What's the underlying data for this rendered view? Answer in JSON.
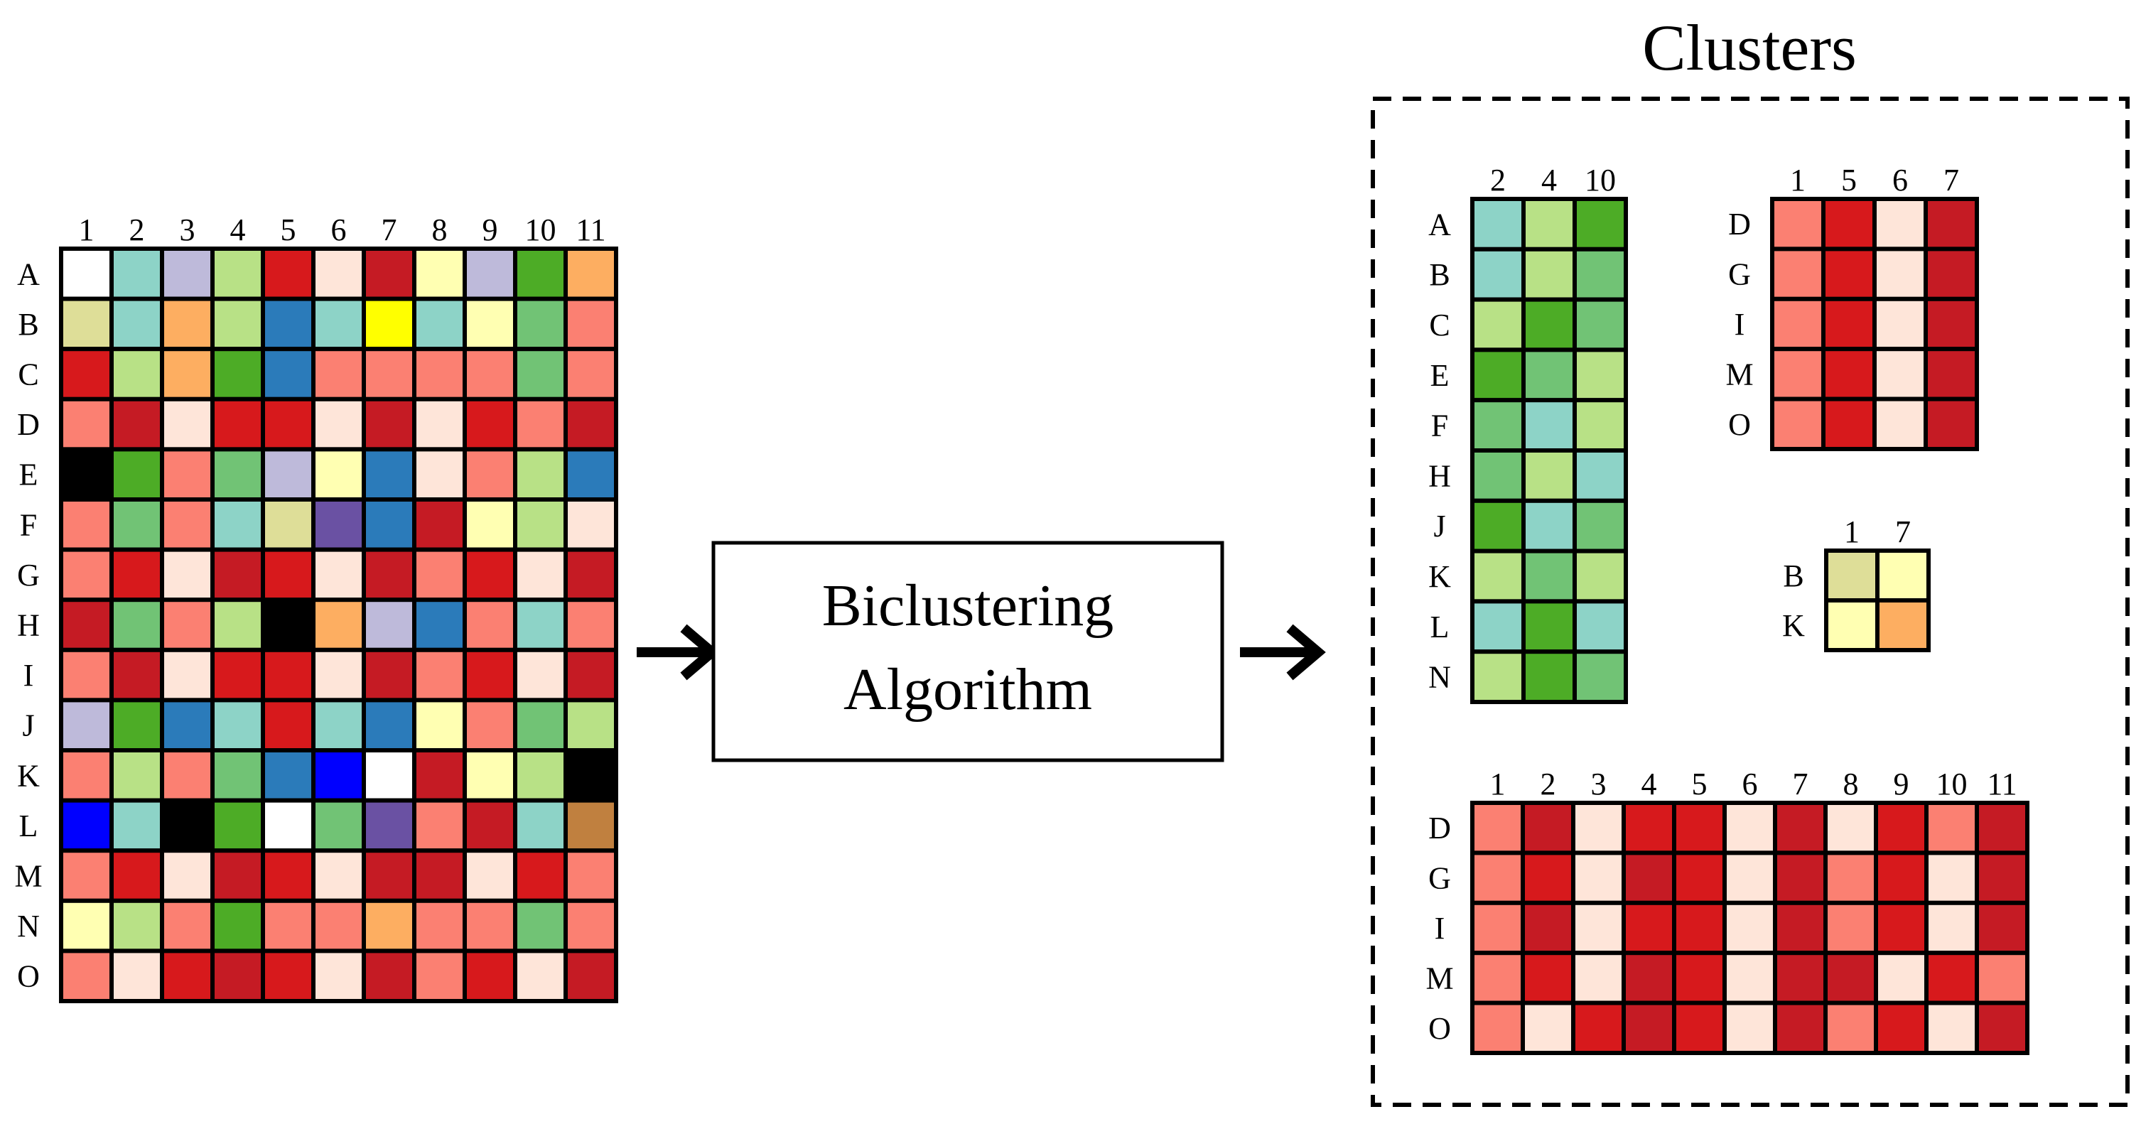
{
  "palette": {
    "w": "#ffffff",
    "k": "#000000",
    "t": "#8dd3c7",
    "v": "#bebada",
    "lg": "#b8e186",
    "r": "#d7191c",
    "d": "#c51b24",
    "p": "#fee5d9",
    "y": "#ffffb2",
    "g": "#4dac26",
    "o": "#fdae61",
    "s": "#fb8072",
    "m": "#71c375",
    "b": "#2b7bba",
    "Y": "#ffff00",
    "q": "#dede98",
    "u": "#6a51a3",
    "B": "#0000ff",
    "n": "#c0803f"
  },
  "main_matrix": {
    "col_labels": [
      "1",
      "2",
      "3",
      "4",
      "5",
      "6",
      "7",
      "8",
      "9",
      "10",
      "11"
    ],
    "row_labels": [
      "A",
      "B",
      "C",
      "D",
      "E",
      "F",
      "G",
      "H",
      "I",
      "J",
      "K",
      "L",
      "M",
      "N",
      "O"
    ],
    "cells": [
      [
        "w",
        "t",
        "v",
        "lg",
        "r",
        "p",
        "d",
        "y",
        "v",
        "g",
        "o"
      ],
      [
        "q",
        "t",
        "o",
        "lg",
        "b",
        "t",
        "Y",
        "t",
        "y",
        "m",
        "s"
      ],
      [
        "r",
        "lg",
        "o",
        "g",
        "b",
        "s",
        "s",
        "s",
        "s",
        "m",
        "s"
      ],
      [
        "s",
        "d",
        "p",
        "r",
        "r",
        "p",
        "d",
        "p",
        "r",
        "s",
        "d"
      ],
      [
        "k",
        "g",
        "s",
        "m",
        "v",
        "y",
        "b",
        "p",
        "s",
        "lg",
        "b"
      ],
      [
        "s",
        "m",
        "s",
        "t",
        "q",
        "u",
        "b",
        "d",
        "y",
        "lg",
        "p"
      ],
      [
        "s",
        "r",
        "p",
        "d",
        "r",
        "p",
        "d",
        "s",
        "r",
        "p",
        "d"
      ],
      [
        "d",
        "m",
        "s",
        "lg",
        "k",
        "o",
        "v",
        "b",
        "s",
        "t",
        "s"
      ],
      [
        "s",
        "d",
        "p",
        "r",
        "r",
        "p",
        "d",
        "s",
        "r",
        "p",
        "d"
      ],
      [
        "v",
        "g",
        "b",
        "t",
        "r",
        "t",
        "b",
        "y",
        "s",
        "m",
        "lg"
      ],
      [
        "s",
        "lg",
        "s",
        "m",
        "b",
        "B",
        "w",
        "d",
        "y",
        "lg",
        "k"
      ],
      [
        "B",
        "t",
        "k",
        "g",
        "w",
        "m",
        "u",
        "s",
        "d",
        "t",
        "n"
      ],
      [
        "s",
        "r",
        "p",
        "d",
        "r",
        "p",
        "d",
        "d",
        "p",
        "r",
        "s"
      ],
      [
        "y",
        "lg",
        "s",
        "g",
        "s",
        "s",
        "o",
        "s",
        "s",
        "m",
        "s"
      ],
      [
        "s",
        "p",
        "r",
        "d",
        "r",
        "p",
        "d",
        "s",
        "r",
        "p",
        "d"
      ]
    ]
  },
  "process_box": {
    "line1": "Biclustering",
    "line2": "Algorithm"
  },
  "clusters": {
    "title": "Clusters",
    "green": {
      "col_labels": [
        "2",
        "4",
        "10"
      ],
      "row_labels": [
        "A",
        "B",
        "C",
        "E",
        "F",
        "H",
        "J",
        "K",
        "L",
        "N"
      ],
      "cells": [
        [
          "t",
          "lg",
          "g"
        ],
        [
          "t",
          "lg",
          "m"
        ],
        [
          "lg",
          "g",
          "m"
        ],
        [
          "g",
          "m",
          "lg"
        ],
        [
          "m",
          "t",
          "lg"
        ],
        [
          "m",
          "lg",
          "t"
        ],
        [
          "g",
          "t",
          "m"
        ],
        [
          "lg",
          "m",
          "lg"
        ],
        [
          "t",
          "g",
          "t"
        ],
        [
          "lg",
          "g",
          "m"
        ]
      ]
    },
    "red_small": {
      "col_labels": [
        "1",
        "5",
        "6",
        "7"
      ],
      "row_labels": [
        "D",
        "G",
        "I",
        "M",
        "O"
      ],
      "cells": [
        [
          "s",
          "r",
          "p",
          "d"
        ],
        [
          "s",
          "r",
          "p",
          "d"
        ],
        [
          "s",
          "r",
          "p",
          "d"
        ],
        [
          "s",
          "r",
          "p",
          "d"
        ],
        [
          "s",
          "r",
          "p",
          "d"
        ]
      ]
    },
    "tiny": {
      "col_labels": [
        "1",
        "7"
      ],
      "row_labels": [
        "B",
        "K"
      ],
      "cells": [
        [
          "q",
          "y"
        ],
        [
          "y",
          "o"
        ]
      ]
    },
    "red_wide": {
      "col_labels": [
        "1",
        "2",
        "3",
        "4",
        "5",
        "6",
        "7",
        "8",
        "9",
        "10",
        "11"
      ],
      "row_labels": [
        "D",
        "G",
        "I",
        "M",
        "O"
      ],
      "cells": [
        [
          "s",
          "d",
          "p",
          "r",
          "r",
          "p",
          "d",
          "p",
          "r",
          "s",
          "d"
        ],
        [
          "s",
          "r",
          "p",
          "d",
          "r",
          "p",
          "d",
          "s",
          "r",
          "p",
          "d"
        ],
        [
          "s",
          "d",
          "p",
          "r",
          "r",
          "p",
          "d",
          "s",
          "r",
          "p",
          "d"
        ],
        [
          "s",
          "r",
          "p",
          "d",
          "r",
          "p",
          "d",
          "d",
          "p",
          "r",
          "s"
        ],
        [
          "s",
          "p",
          "r",
          "d",
          "r",
          "p",
          "d",
          "s",
          "r",
          "p",
          "d"
        ]
      ]
    }
  }
}
